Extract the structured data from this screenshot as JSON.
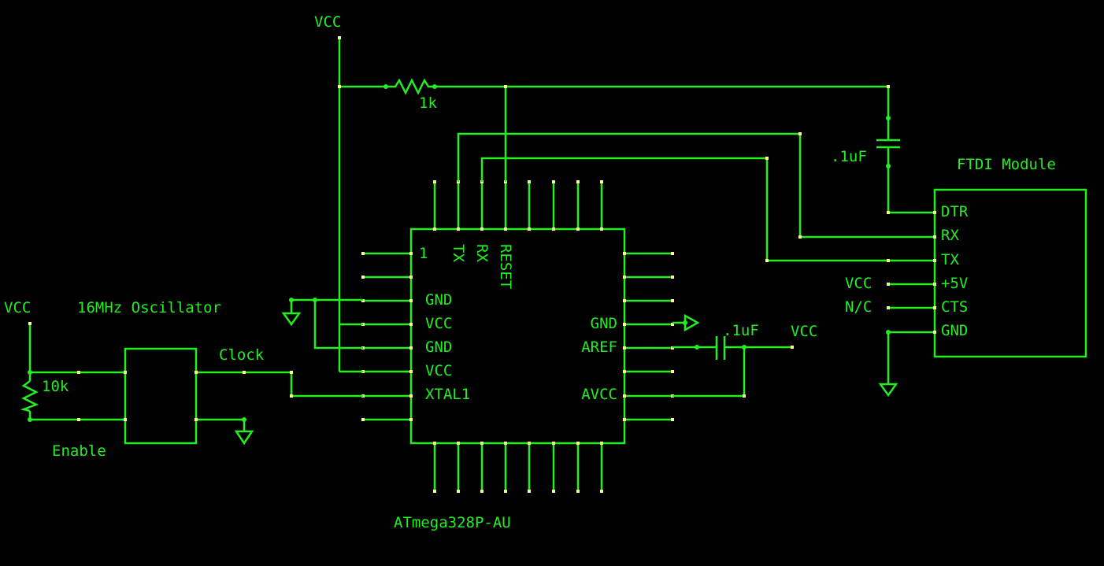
{
  "chip": {
    "part": "ATmega328P-AU",
    "pin1": "1",
    "left_pins": [
      "GND",
      "VCC",
      "GND",
      "VCC",
      "XTAL1"
    ],
    "right_pins": [
      "GND",
      "AREF",
      "AVCC"
    ],
    "top_pins": [
      "TX",
      "RX",
      "RESET"
    ]
  },
  "power": {
    "vcc_top": "VCC",
    "vcc_osc": "VCC",
    "vcc_aref": "VCC",
    "vcc_ftdi": "VCC"
  },
  "reset_resistor": "1k",
  "dtr_cap": ".1uF",
  "aref_cap": ".1uF",
  "oscillator": {
    "title": "16MHz Oscillator",
    "resistor": "10k",
    "enable": "Enable",
    "clock": "Clock"
  },
  "ftdi": {
    "title": "FTDI Module",
    "pins": [
      "DTR",
      "RX",
      "TX",
      "+5V",
      "CTS",
      "GND"
    ],
    "nc": "N/C"
  },
  "colors": {
    "wire": "#22ee22",
    "pin_end": "#ffff99",
    "background": "#000000"
  }
}
